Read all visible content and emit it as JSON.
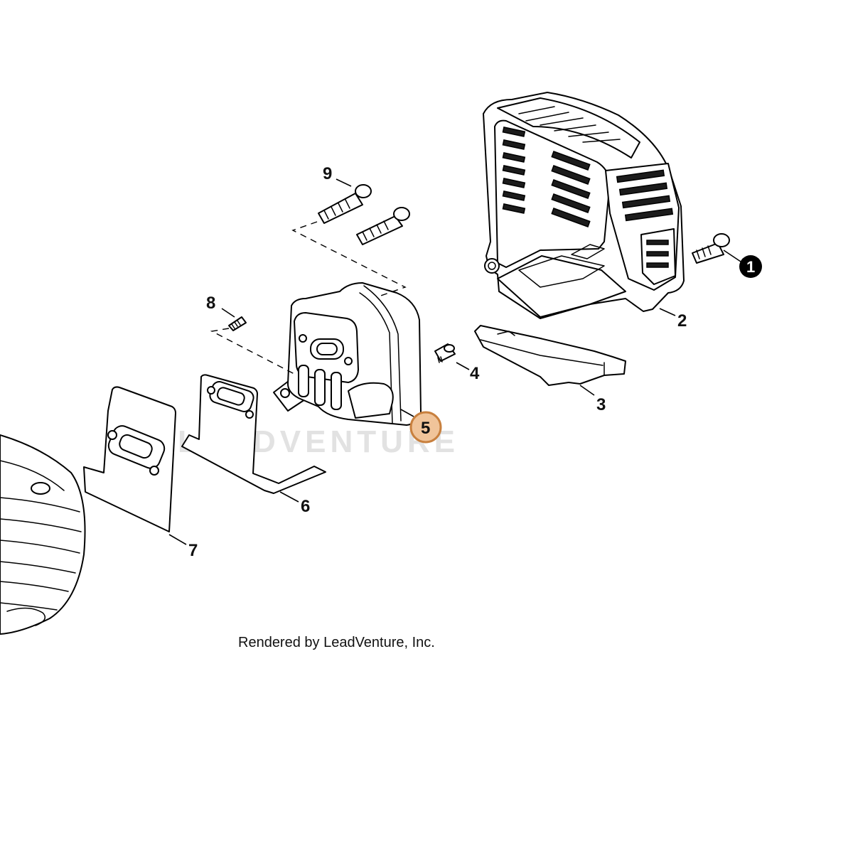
{
  "diagram": {
    "watermark": "LEADVENTURE",
    "footer": "Rendered by LeadVenture, Inc.",
    "highlight_color": "#f0c49a",
    "highlight_stroke": "#c8803e",
    "callouts": [
      {
        "id": "1",
        "label": "1",
        "style": "filled-circle"
      },
      {
        "id": "2",
        "label": "2",
        "style": "plain"
      },
      {
        "id": "3",
        "label": "3",
        "style": "plain"
      },
      {
        "id": "4",
        "label": "4",
        "style": "plain"
      },
      {
        "id": "5",
        "label": "5",
        "style": "highlighted-circle"
      },
      {
        "id": "6",
        "label": "6",
        "style": "plain"
      },
      {
        "id": "7",
        "label": "7",
        "style": "plain"
      },
      {
        "id": "8",
        "label": "8",
        "style": "plain"
      },
      {
        "id": "9",
        "label": "9",
        "style": "plain"
      }
    ]
  }
}
